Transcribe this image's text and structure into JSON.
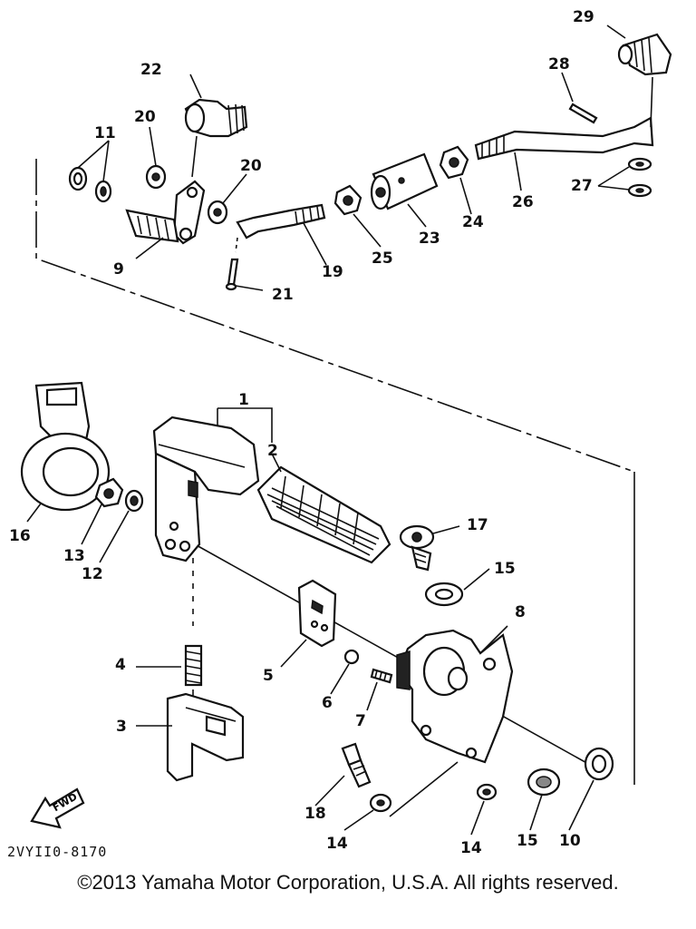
{
  "diagram": {
    "callouts": [
      "1",
      "2",
      "3",
      "4",
      "5",
      "6",
      "7",
      "8",
      "9",
      "10",
      "11",
      "12",
      "13",
      "14",
      "15",
      "16",
      "17",
      "18",
      "19",
      "20",
      "21",
      "22",
      "23",
      "24",
      "25",
      "26",
      "27",
      "28",
      "29"
    ],
    "direction_label": "FWD",
    "diagram_code": "2VYII0-8170"
  },
  "footer": {
    "copyright": "©2013 Yamaha Motor Corporation, U.S.A. All rights reserved."
  }
}
